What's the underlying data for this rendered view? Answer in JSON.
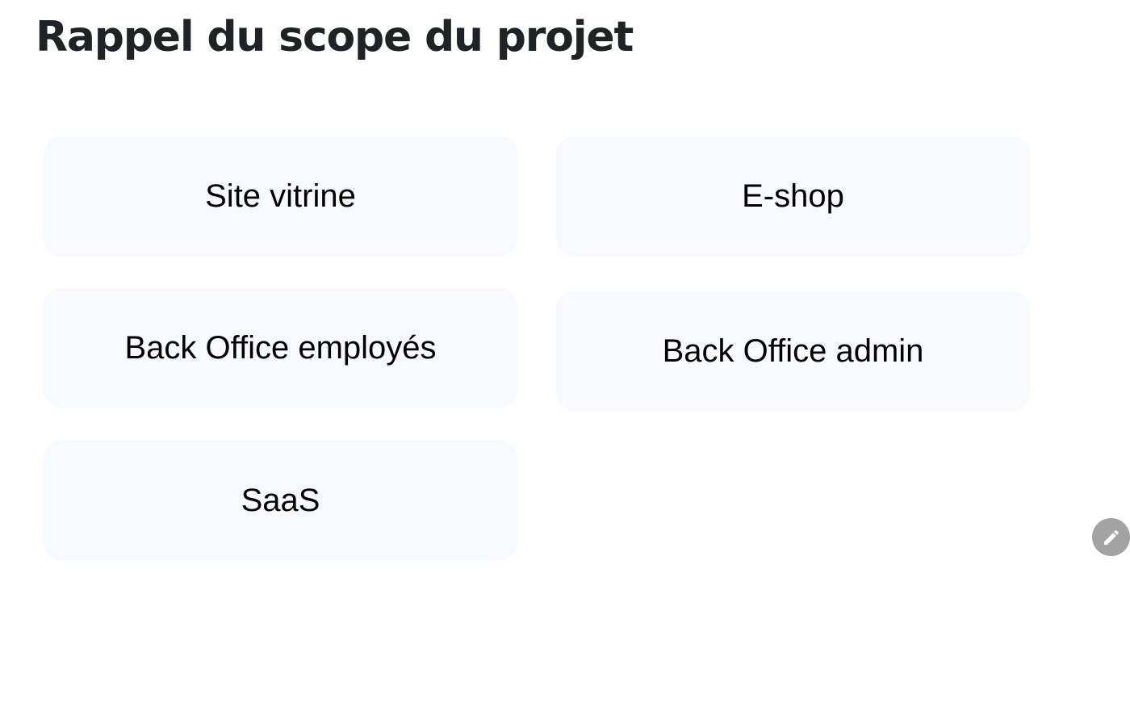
{
  "page": {
    "title": "Rappel du scope du projet"
  },
  "scope_items": [
    {
      "label": "Site vitrine"
    },
    {
      "label": "E-shop"
    },
    {
      "label": "Back Office employés"
    },
    {
      "label": "Back Office admin"
    },
    {
      "label": "SaaS"
    }
  ],
  "edit_button": {
    "icon": "pencil-icon"
  },
  "colors": {
    "card_background": "#f6f9fe",
    "title_text": "#1f2327",
    "fab_background": "#a3a3a3"
  }
}
